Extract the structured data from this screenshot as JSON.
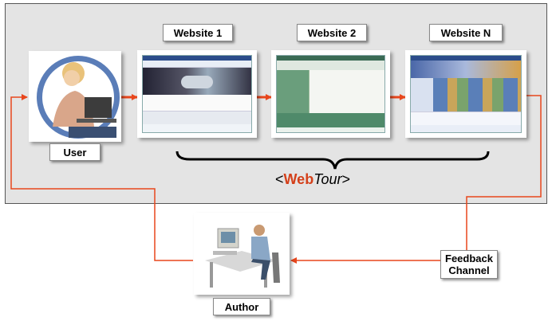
{
  "labels": {
    "website1": "Website 1",
    "website2": "Website 2",
    "websiteN": "Website N",
    "user": "User",
    "author": "Author",
    "feedback_line1": "Feedback",
    "feedback_line2": "Channel"
  },
  "webtour": {
    "open": "<",
    "web": "Web",
    "tour": "Tour",
    "close": ">"
  },
  "colors": {
    "arrow": "#e8461c",
    "panel": "#e4e4e4",
    "brand": "#d4401a"
  }
}
